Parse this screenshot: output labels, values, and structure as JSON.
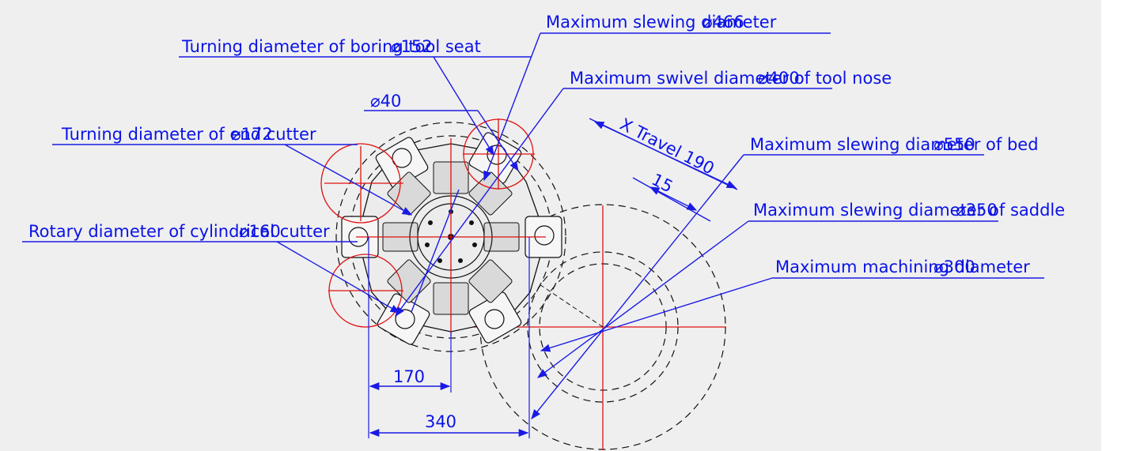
{
  "colors": {
    "background": "#efefef",
    "dimension": "#0a12e6",
    "centerline": "#e01010",
    "outline": "#111111"
  },
  "callouts": {
    "max_slewing_diameter": "Maximum slewing diameter",
    "max_slewing_diameter_value": "⌀466",
    "boring_tool_seat": "Turning diameter of boring tool seat",
    "boring_tool_seat_value": "⌀152",
    "tool_nose": "Maximum swivel diameter of tool nose",
    "tool_nose_value": "⌀400",
    "hole_value": "⌀40",
    "end_cutter": "Turning diameter of end cutter",
    "end_cutter_value": "⌀172",
    "bed": "Maximum slewing diameter of bed",
    "bed_value": "⌀550",
    "saddle": "Maximum slewing diameter of saddle",
    "saddle_value": "⌀350",
    "cylindrical_cutter": "Rotary diameter of cylindrical cutter",
    "cylindrical_cutter_value": "⌀160",
    "machining": "Maximum machining diameter",
    "machining_value": "⌀300"
  },
  "dimensions": {
    "x_travel": "X Travel 190",
    "offset": "15",
    "horizontal_170": "170",
    "horizontal_340": "340"
  }
}
